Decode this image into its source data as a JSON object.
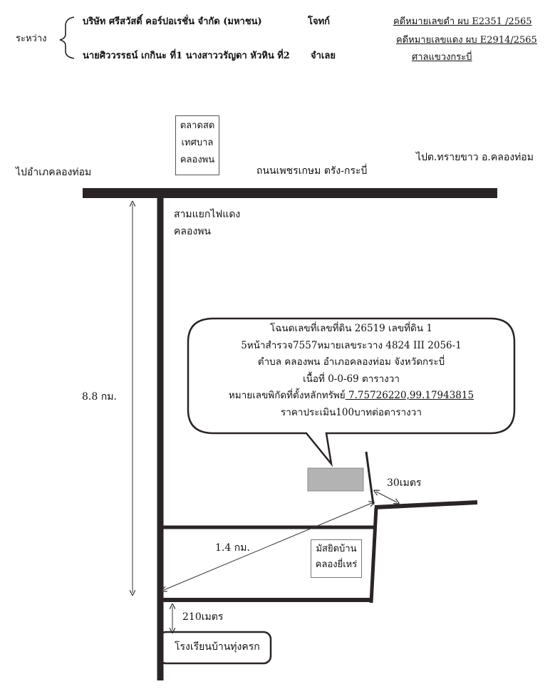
{
  "header": {
    "between_label": "ระหว่าง",
    "plaintiff_name": "บริษัท ศรีสวัสดิ์ คอร์ปอเรชั่น จำกัด (มหาชน)",
    "plaintiff_role": "โจทก์",
    "defendant_name": "นายศิววรรธน์ เกกินะ ที่1 นางสาววรัญดา หัวหิน ที่2",
    "defendant_role": "จำเลย",
    "black_case_no": "คดีหมายเลขดำ  ผบ E2351 /2565",
    "red_case_no": "คดีหมายเลขแดง  ผบ E2914/2565",
    "court": "ศาลแขวงกระบี่"
  },
  "map": {
    "market_line1": "ตลาดสด",
    "market_line2": "เทศบาล",
    "market_line3": "คลองพน",
    "to_left": "ไปอำเภคลองท่อม",
    "to_right": "ไปต.ทรายขาว อ.คลองท่อม",
    "main_road": "ถนนเพชรเกษม ตรัง-กระบี่",
    "junction_line1": "สามแยกไฟแดง",
    "junction_line2": "คลองพน",
    "dist_vertical": "8.8 กม.",
    "dist_diagonal": "1.4 กม.",
    "dist_30m": "30เมตร",
    "dist_210m": "210เมตร",
    "mosque_line1": "มัสยิดบ้าน",
    "mosque_line2": "คลองยี่เหร่",
    "school": "โรงเรียนบ้านทุ่งครก"
  },
  "callout": {
    "line1": "โฉนดเลขที่เลขที่ดิน 26519 เลขที่ดิน 1",
    "line2": "5หน้าสำรวจ7557หมายเลขระวาง 4824 III 2056-1",
    "line3": "ตำบล คลองพน อำเภอคลองท่อม จังหวัดกระบี่",
    "line4": "เนื้อที่ 0-0-69 ตารางวา",
    "line5_label": "หมายเลขพิกัดที่ตั้งหลักทรัพย์",
    "line5_coords": " 7.75726220,99.17943815",
    "line6": "ราคาประเมิน100บาทต่อตารางวา"
  },
  "colors": {
    "road": "#2a2426",
    "parcel": "#b3b3b3",
    "text": "#111111"
  }
}
